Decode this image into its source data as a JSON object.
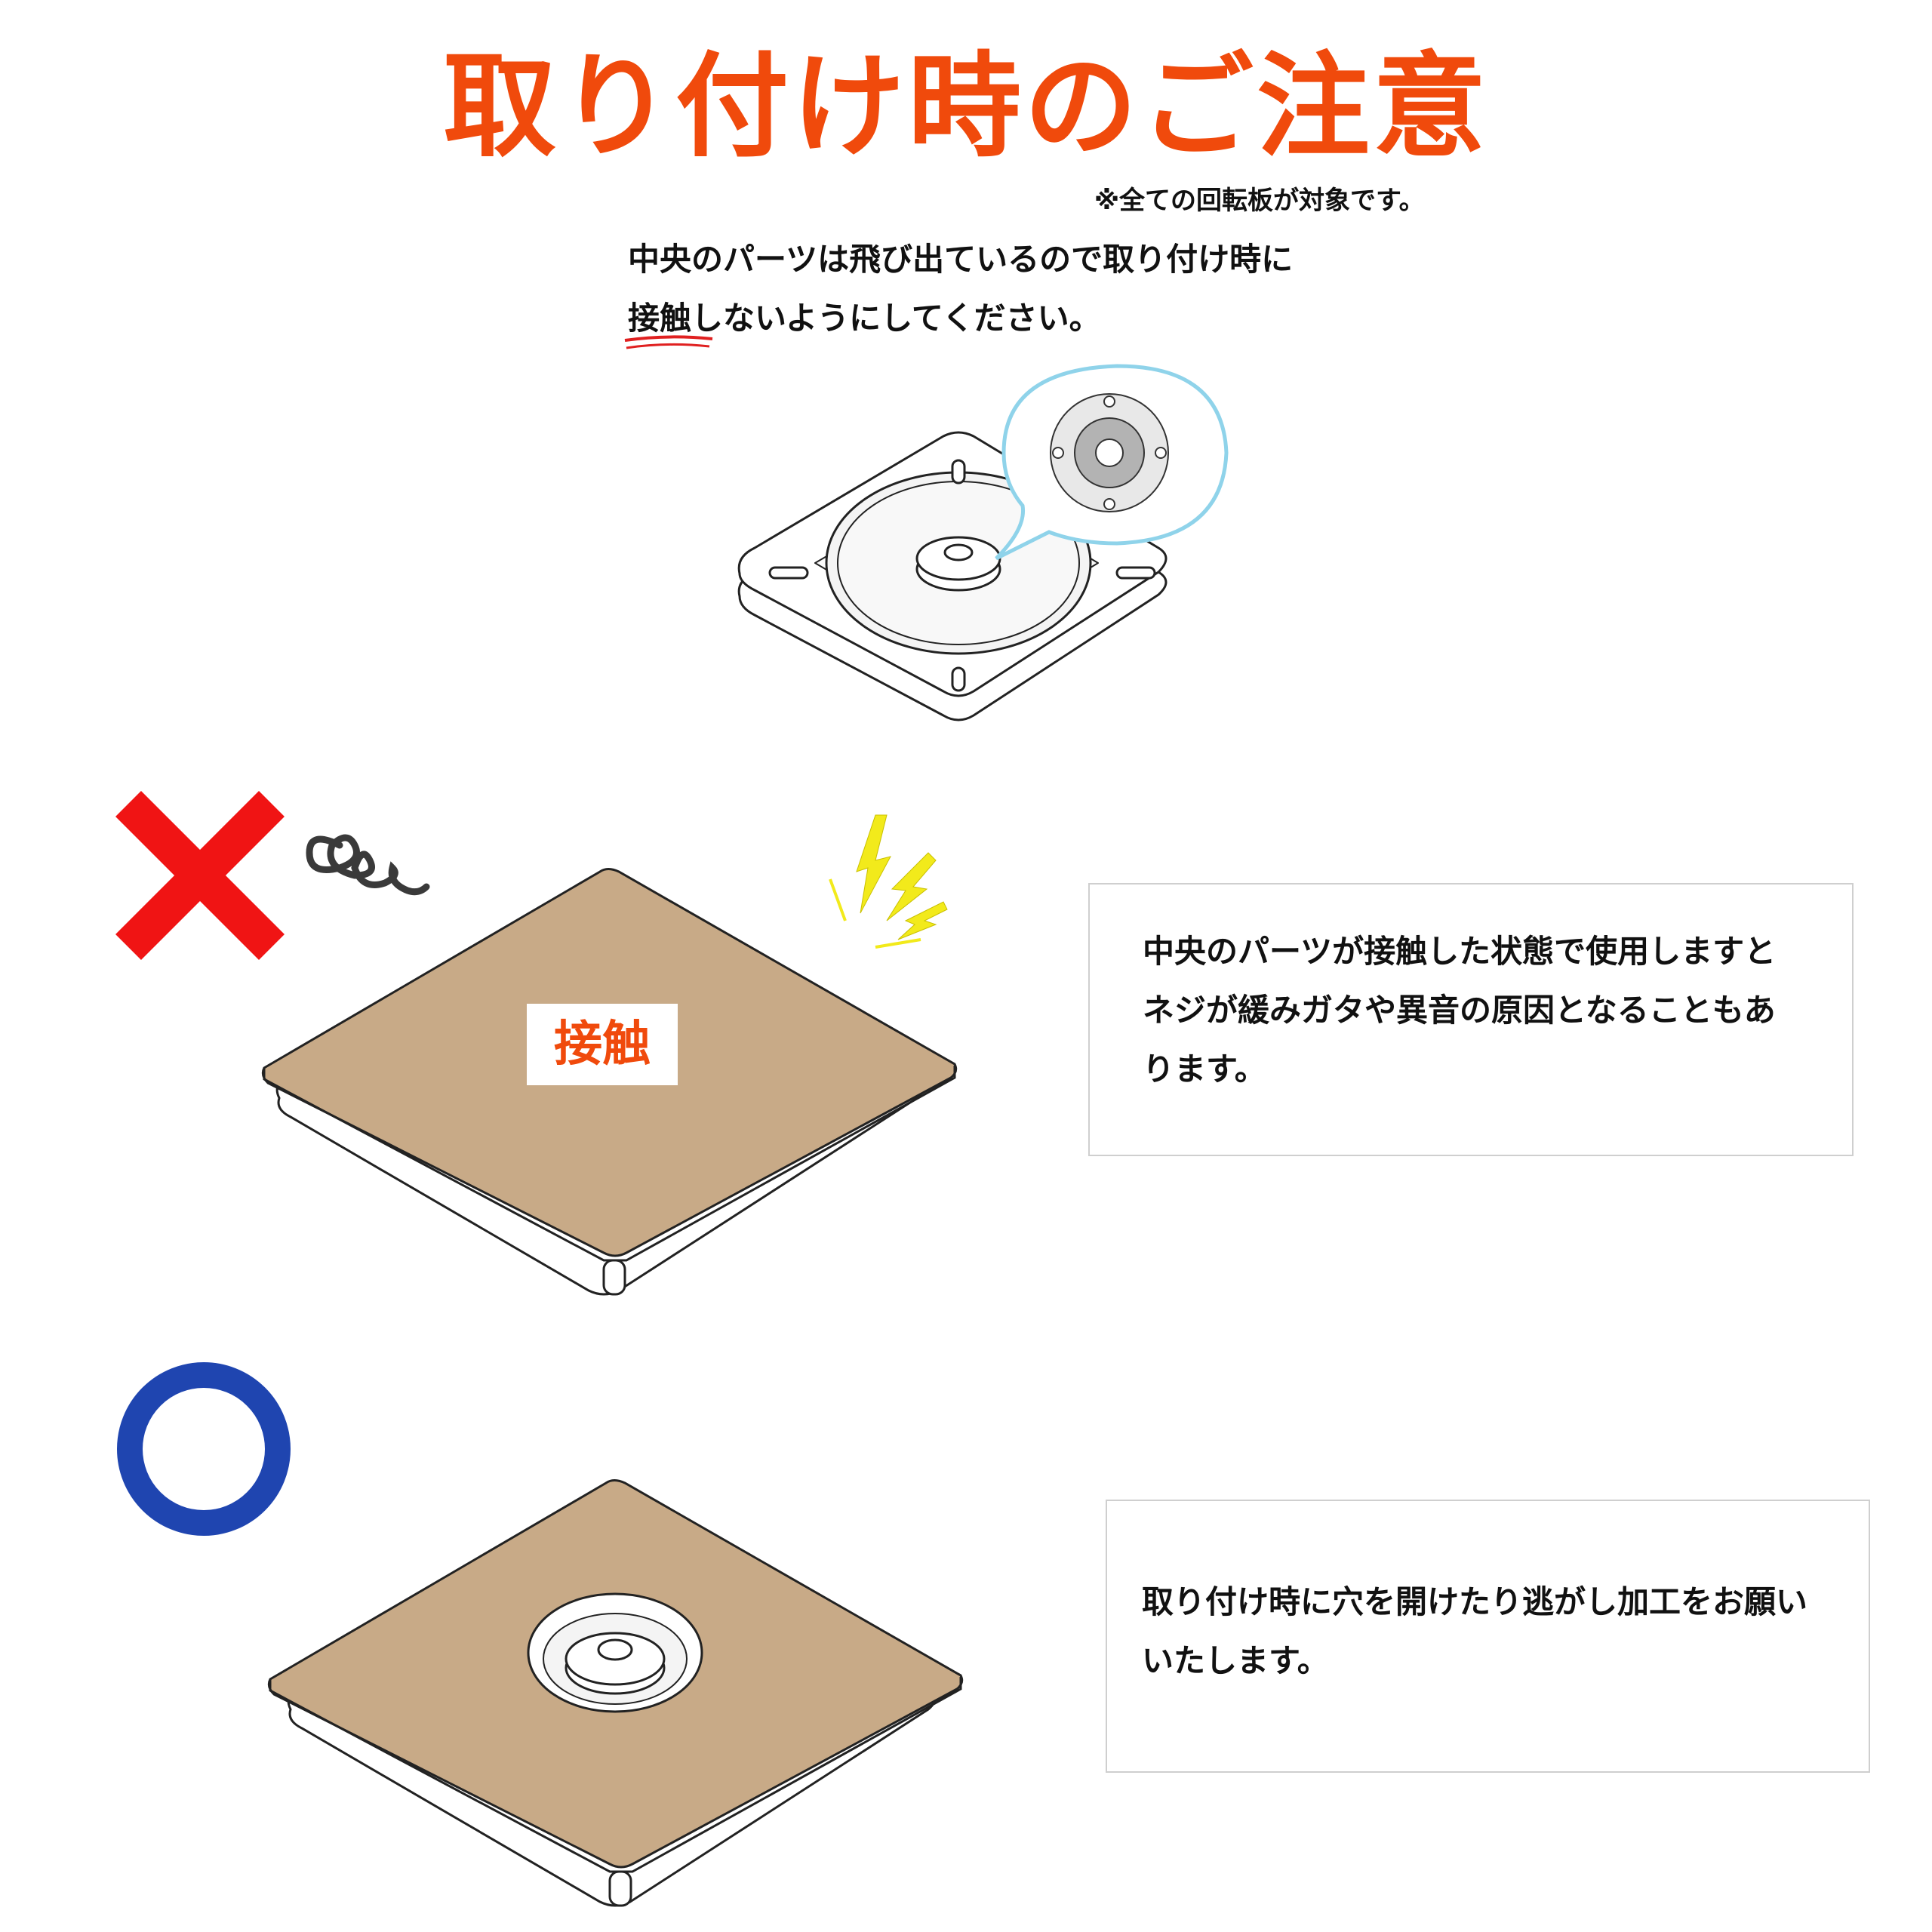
{
  "header": {
    "title": "取り付け時のご注意",
    "note": "※全ての回転板が対象です。"
  },
  "intro": {
    "line1": "中央のパーツは飛び出ているので取り付け時に",
    "line2_emphasis": "接触",
    "line2_rest": "しないようにしてください。"
  },
  "bad_example": {
    "mark": "×",
    "label": "接触",
    "description_line1": "中央のパーツが接触した状態で使用しますと",
    "description_line2": "ネジが緩みガタや異音の原因となることもあ",
    "description_line3": "ります。"
  },
  "good_example": {
    "mark": "○",
    "description_line1": "取り付け時に穴を開けたり逃がし加工をお願い",
    "description_line2": "いたします。"
  },
  "colors": {
    "title": "#f04a0c",
    "wood": "#c8aa87",
    "bad_mark": "#f01414",
    "good_mark": "#1f45b0",
    "callout": "#8fd3ea",
    "spark": "#f2ea1b"
  }
}
